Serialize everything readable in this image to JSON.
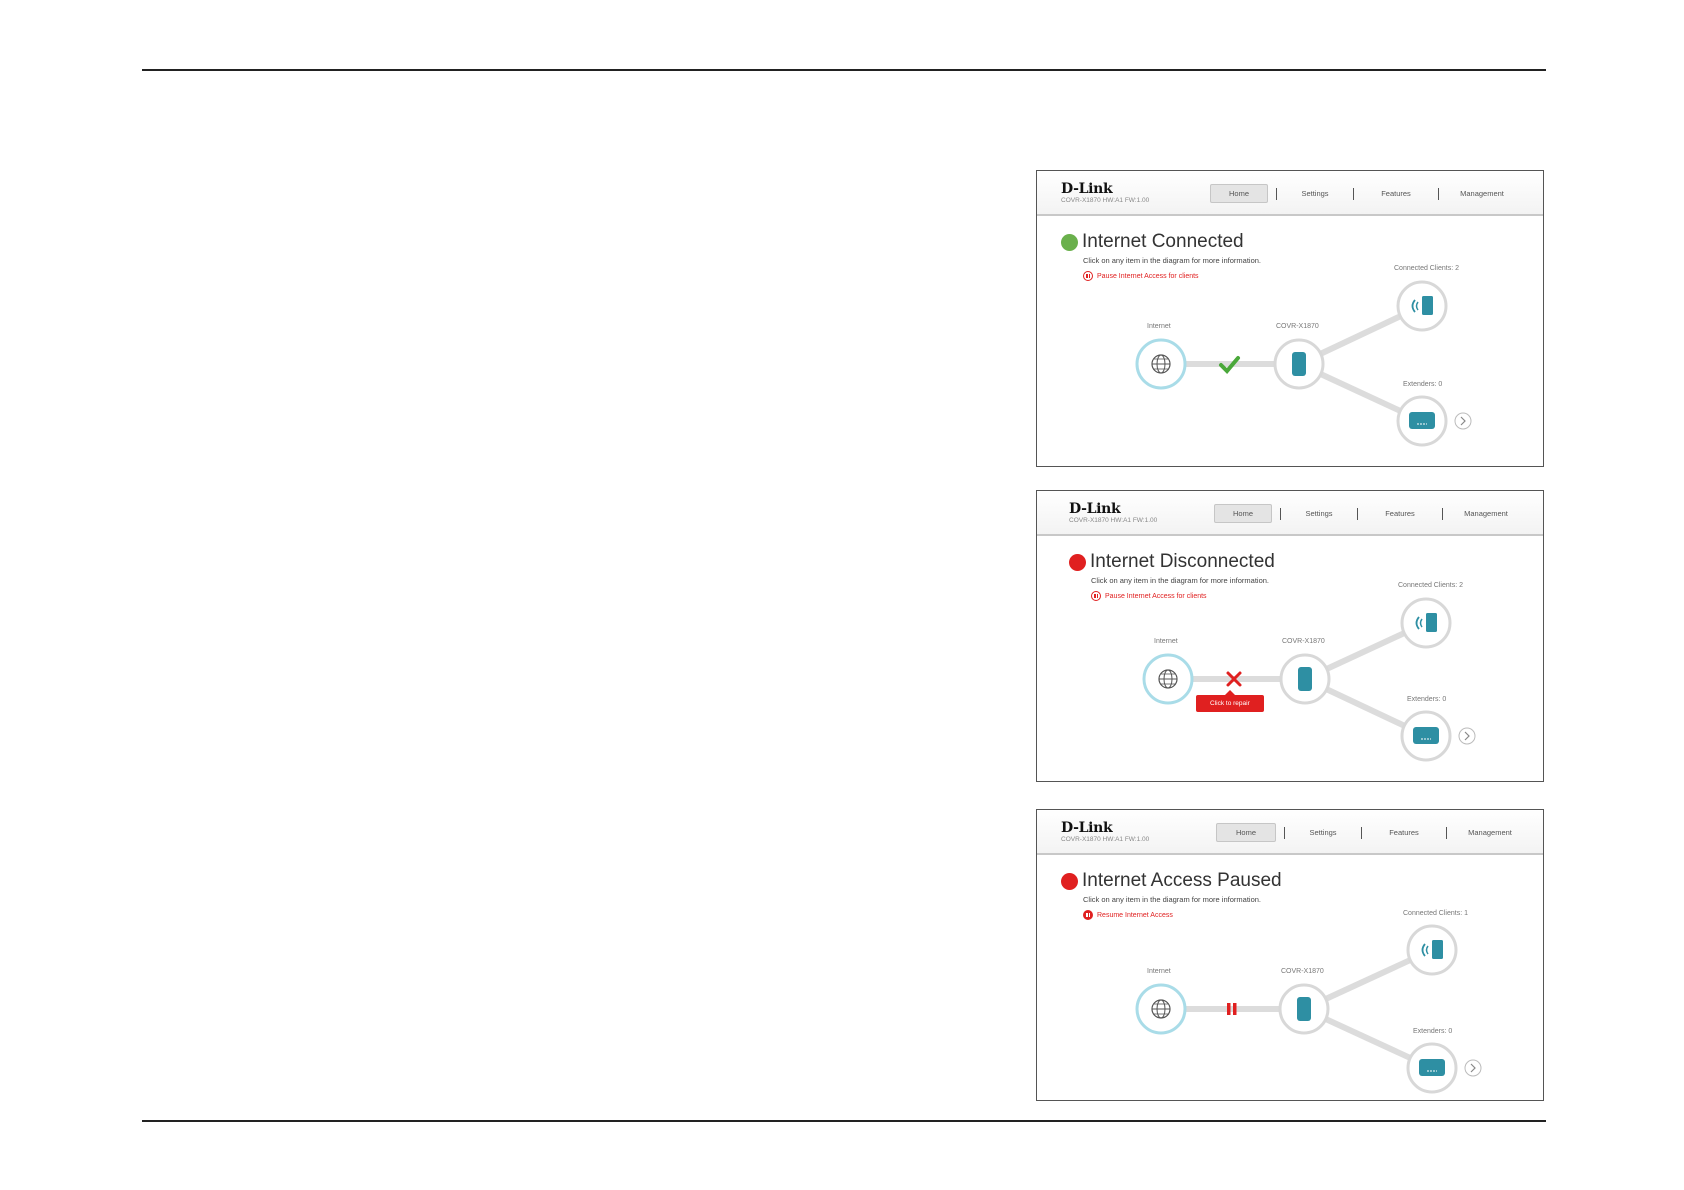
{
  "shared": {
    "logo": "D-Link",
    "model_line": "COVR-X1870 HW:A1 FW:1.00",
    "nav": {
      "home": "Home",
      "settings": "Settings",
      "features": "Features",
      "management": "Management"
    },
    "hint": "Click on any item in the diagram for more information.",
    "labels": {
      "internet": "Internet",
      "router": "COVR-X1870"
    },
    "colors": {
      "accent_teal": "#2e8fa3",
      "status_green": "#6ab04c",
      "status_red": "#e02020"
    }
  },
  "panel1": {
    "status": "Internet Connected",
    "link": "Pause Internet Access for clients",
    "clients": "Connected Clients: 2",
    "extenders": "Extenders: 0",
    "link_state": "connected"
  },
  "panel2": {
    "status": "Internet Disconnected",
    "link": "Pause Internet Access for clients",
    "clients": "Connected Clients: 2",
    "extenders": "Extenders: 0",
    "repair": "Click to repair",
    "link_state": "disconnected"
  },
  "panel3": {
    "status": "Internet Access Paused",
    "link": "Resume Internet Access",
    "clients": "Connected Clients: 1",
    "extenders": "Extenders: 0",
    "link_state": "paused"
  }
}
